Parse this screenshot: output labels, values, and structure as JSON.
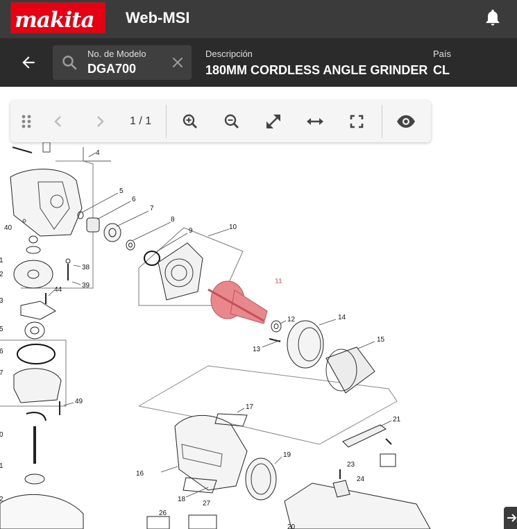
{
  "app": {
    "brand": "makita",
    "title": "Web-MSI"
  },
  "search": {
    "model_label": "No. de Modelo",
    "model_value": "DGA700",
    "description_label": "Descripción",
    "description_value": "180MM CORDLESS ANGLE GRINDER",
    "country_label": "País",
    "country_value": "CL"
  },
  "toolbar": {
    "page_indicator": "1 / 1",
    "icons": [
      "drag-handle-icon",
      "prev-page-icon",
      "next-page-icon",
      "zoom-in-icon",
      "zoom-out-icon",
      "expand-diagonal-icon",
      "fit-width-icon",
      "fullscreen-icon",
      "eye-icon"
    ]
  },
  "diagram": {
    "highlighted_part": "11",
    "part_labels": [
      "4",
      "5",
      "6",
      "7",
      "8",
      "9",
      "10",
      "11",
      "12",
      "13",
      "14",
      "15",
      "16",
      "17",
      "18",
      "19",
      "20",
      "21",
      "23",
      "24",
      "26",
      "27",
      "38",
      "39",
      "40",
      "44",
      "49",
      "1",
      "2",
      "3",
      "5",
      "6",
      "7",
      "0",
      "1",
      "2"
    ]
  },
  "colors": {
    "appbar": "#3b3b3b",
    "searchbar": "#2b2b2b",
    "brand_red": "#e60012",
    "highlight": "#e8878c"
  }
}
